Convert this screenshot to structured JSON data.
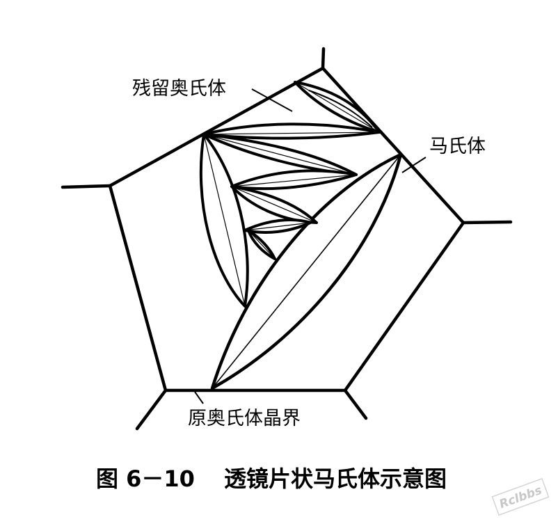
{
  "diagram": {
    "labels": {
      "retained_austenite": "残留奥氏体",
      "martensite": "马氏体",
      "prior_austenite_boundary": "原奥氏体晶界"
    },
    "caption": {
      "figure_number": "图 6－10",
      "title": "透镜片状马氏体示意图"
    },
    "watermark": "Rclbbs"
  }
}
